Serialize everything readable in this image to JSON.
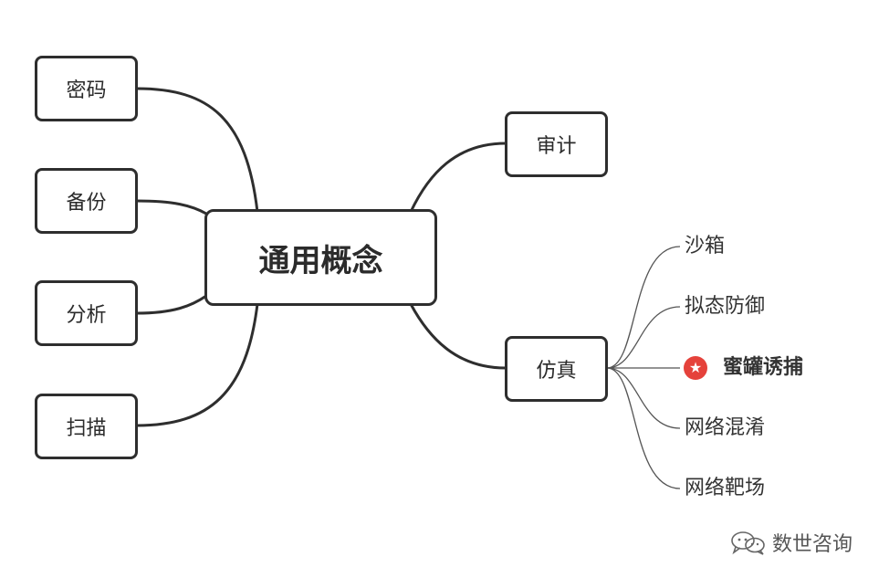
{
  "center": {
    "label": "通用概念"
  },
  "left_nodes": [
    {
      "label": "密码"
    },
    {
      "label": "备份"
    },
    {
      "label": "分析"
    },
    {
      "label": "扫描"
    }
  ],
  "right_nodes": [
    {
      "label": "审计"
    },
    {
      "label": "仿真"
    }
  ],
  "simulation_children": [
    {
      "label": "沙箱"
    },
    {
      "label": "拟态防御"
    },
    {
      "label": "蜜罐诱捕",
      "highlighted": true,
      "marker_icon": "star-icon"
    },
    {
      "label": "网络混淆"
    },
    {
      "label": "网络靶场"
    }
  ],
  "watermark": {
    "text": "数世咨询",
    "icon": "chat-bubbles-icon"
  },
  "colors": {
    "line": "#2e2e2e",
    "thin_line": "#555555",
    "marker": "#e5423b"
  }
}
